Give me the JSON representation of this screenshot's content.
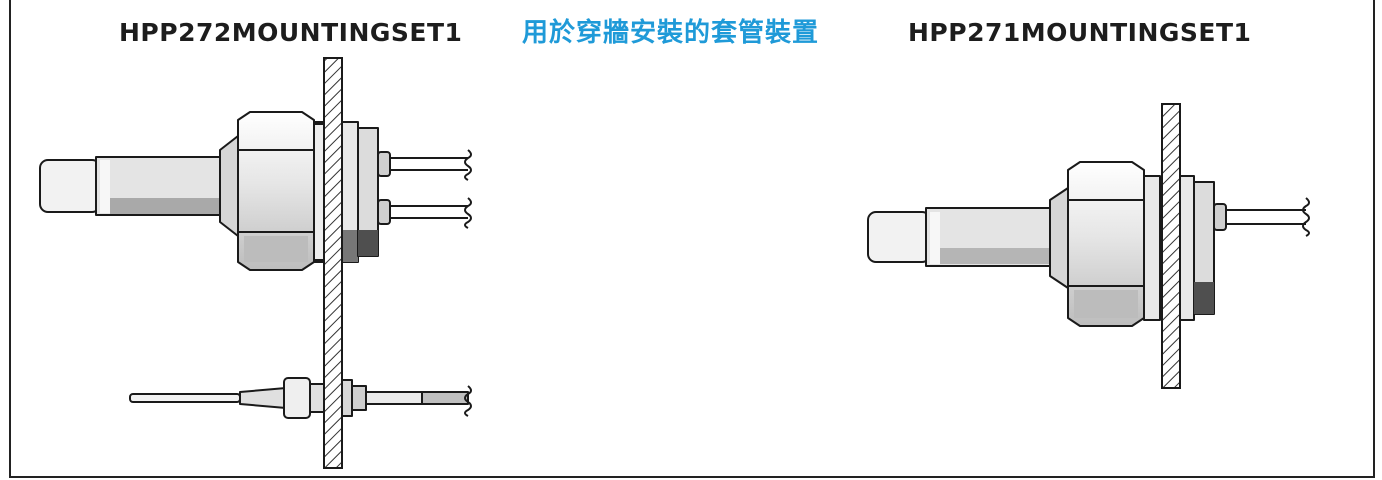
{
  "labels": {
    "left_model": "HPP272MOUNTINGSET1",
    "center_caption": "用於穿牆安裝的套管裝置",
    "right_model": "HPP271MOUNTINGSET1"
  },
  "colors": {
    "caption_accent": "#1f9ad8",
    "outline": "#1a1a1a",
    "body_light": "#f1f1f1",
    "body_mid": "#cfcfcf",
    "body_dark": "#5a5a5a"
  }
}
